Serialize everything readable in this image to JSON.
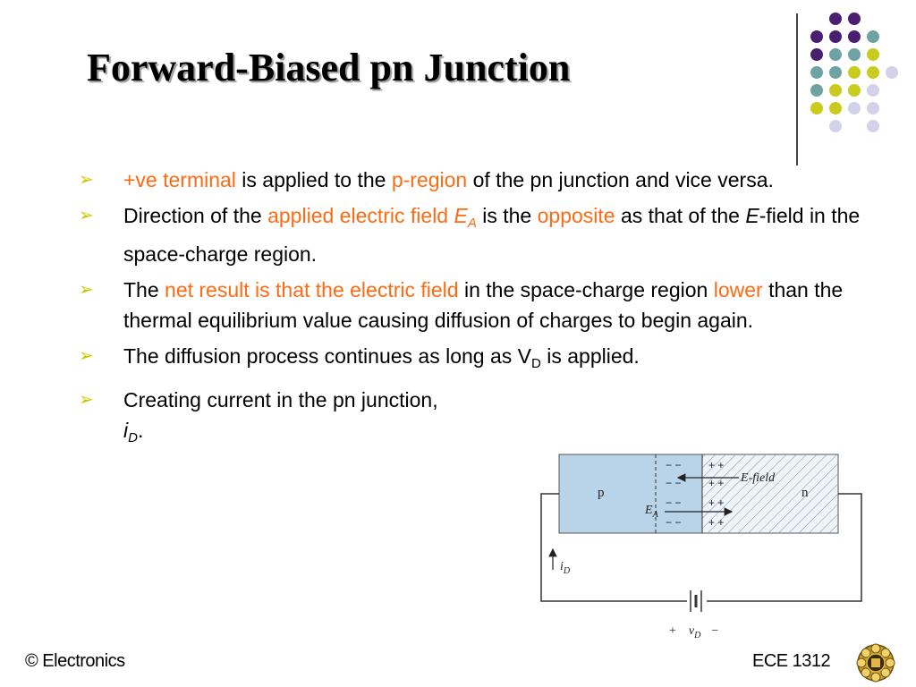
{
  "slide": {
    "title": "Forward-Biased pn Junction",
    "bullets": [
      {
        "segments": [
          {
            "text": "+ve terminal",
            "style": "hl"
          },
          {
            "text": " is applied to the ",
            "style": ""
          },
          {
            "text": "p-region",
            "style": "hl"
          },
          {
            "text": " of the pn junction and vice versa.",
            "style": ""
          }
        ]
      },
      {
        "segments": [
          {
            "text": "Direction of the ",
            "style": ""
          },
          {
            "text": "applied electric field ",
            "style": "hl"
          },
          {
            "text": "E",
            "style": "hl it"
          },
          {
            "text": "A",
            "style": "hl it sub"
          },
          {
            "text": " is the ",
            "style": ""
          },
          {
            "text": "opposite",
            "style": "hl"
          },
          {
            "text": " as that of the ",
            "style": ""
          },
          {
            "text": "E",
            "style": "it"
          },
          {
            "text": "-field in the space-charge region.",
            "style": ""
          }
        ]
      },
      {
        "segments": [
          {
            "text": "The ",
            "style": ""
          },
          {
            "text": "net result is that the electric field",
            "style": "hl"
          },
          {
            "text": " in the space-charge region ",
            "style": ""
          },
          {
            "text": "lower",
            "style": "hl"
          },
          {
            "text": " than the thermal equilibrium value causing diffusion of charges to begin again.",
            "style": ""
          }
        ]
      },
      {
        "segments": [
          {
            "text": "The diffusion process continues as long as V",
            "style": ""
          },
          {
            "text": "D",
            "style": "sub"
          },
          {
            "text": " is applied.",
            "style": ""
          }
        ]
      },
      {
        "segments": [
          {
            "text": "Creating current in the pn junction,",
            "style": ""
          },
          {
            "text": "\n",
            "style": "br"
          },
          {
            "text": "i",
            "style": "it"
          },
          {
            "text": "D",
            "style": "it sub"
          },
          {
            "text": ".",
            "style": ""
          }
        ]
      }
    ],
    "bullet_glyph": "➢"
  },
  "figure": {
    "p_label": "p",
    "n_label": "n",
    "efield_label": "E-field",
    "ea_label": "E",
    "ea_sub": "A",
    "id_label": "i",
    "id_sub": "D",
    "vd_plus": "+",
    "vd_label": "v",
    "vd_sub": "D",
    "vd_minus": "−"
  },
  "footer": {
    "left": "© Electronics",
    "right": "ECE 1312"
  },
  "colors": {
    "highlight": "#ff6a13",
    "bullet": "#c8c800",
    "dot_purple": "#4b1f6f",
    "dot_teal": "#6fa3a3",
    "dot_yellow": "#c9cc1f",
    "dot_lavender": "#d4d2e8"
  }
}
